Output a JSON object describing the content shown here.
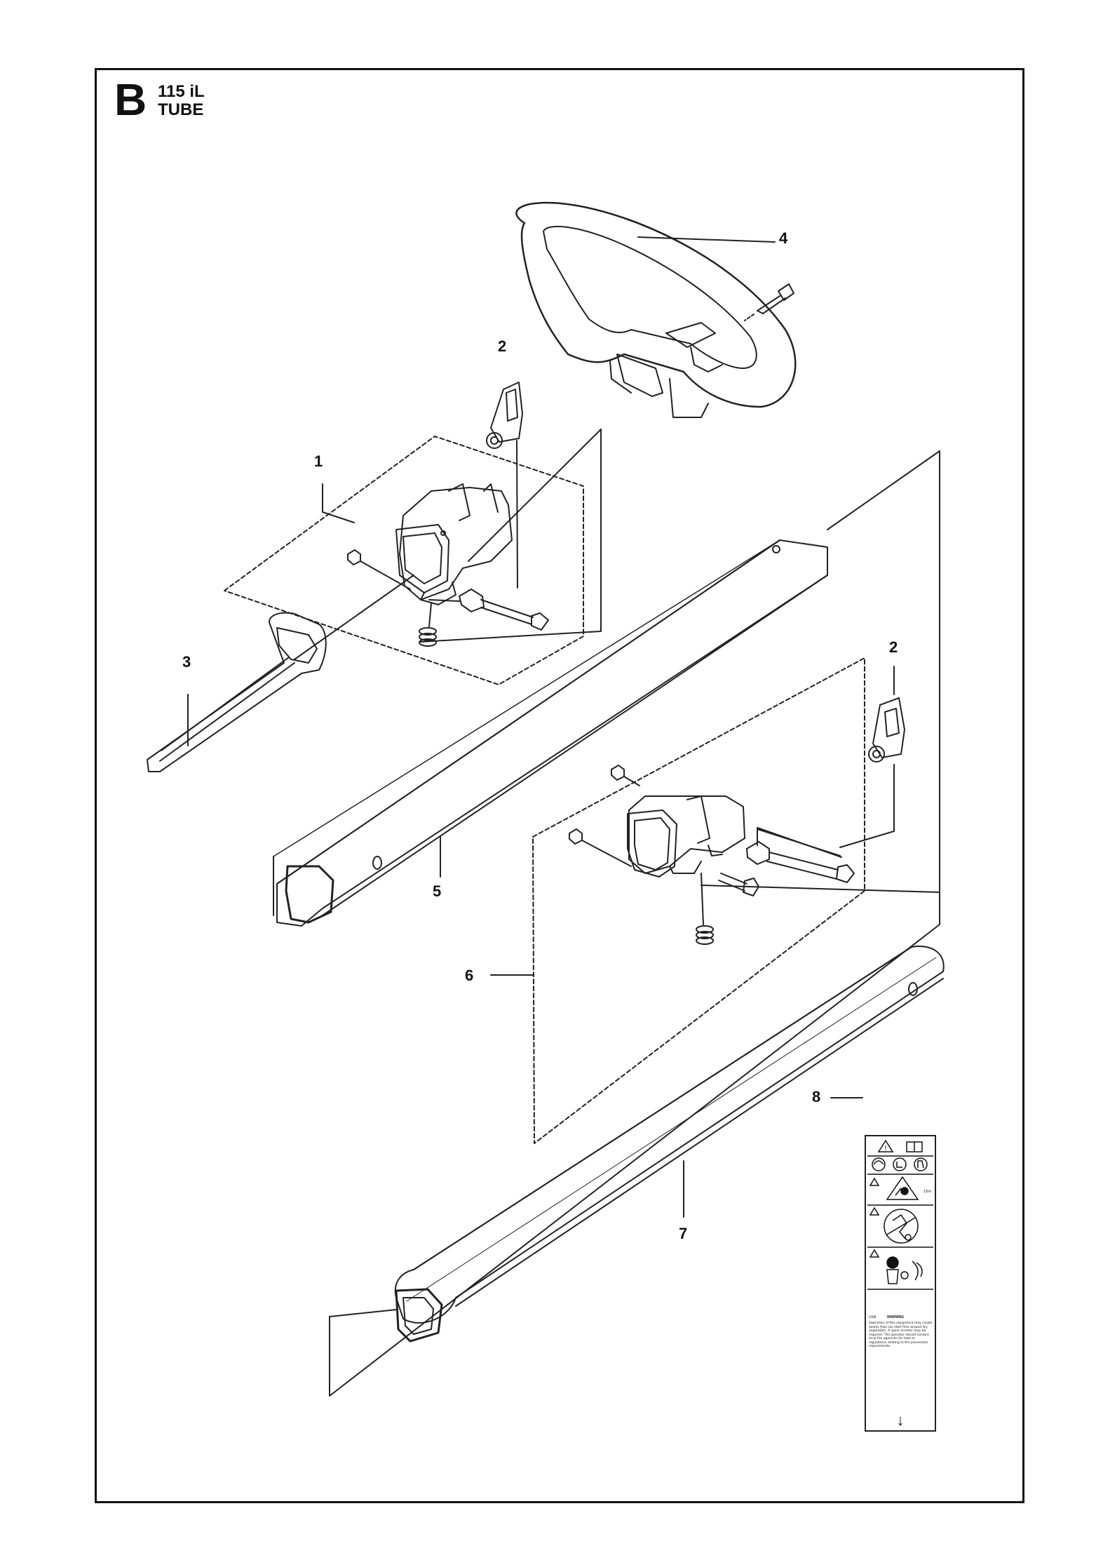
{
  "header": {
    "section_letter": "B",
    "model": "115 iL",
    "title": "TUBE"
  },
  "callouts": [
    "1",
    "2",
    "2",
    "3",
    "4",
    "5",
    "6",
    "7",
    "8"
  ],
  "warning_label": {
    "language": "USA",
    "heading": "WARNING",
    "body": "Operation of this equipment may create sparks that can start fires around dry vegetation. A spark arrestor may be required. The operator should contact local fire agencies for laws or regulations relating to fire prevention requirements.",
    "arrow": "↓"
  },
  "icons": [
    "warning-triangle-icon",
    "manual-book-icon",
    "helmet-icon",
    "boots-icon",
    "gloves-icon",
    "thrown-objects-icon",
    "operator-distance-icon",
    "stop-switch-icon"
  ],
  "colors": {
    "line": "#222222",
    "background": "#ffffff"
  }
}
